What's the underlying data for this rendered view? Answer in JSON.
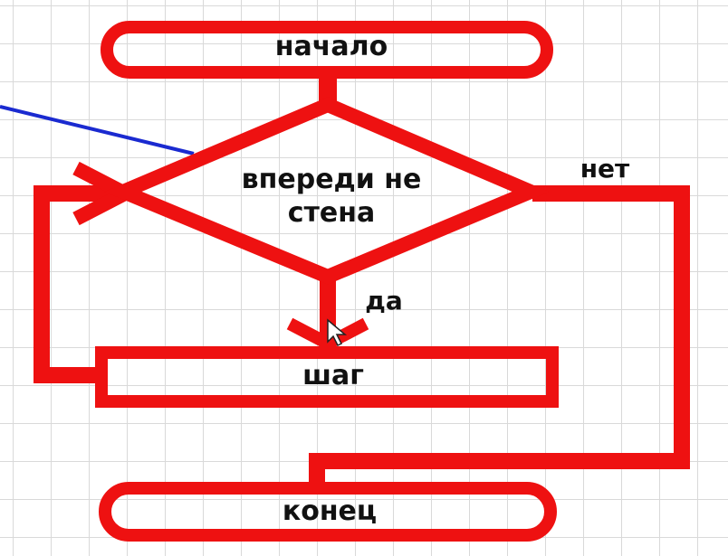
{
  "diagram": {
    "nodes": {
      "start": {
        "label": "начало"
      },
      "condition": {
        "line1": "впереди не",
        "line2": "стена"
      },
      "step": {
        "label": "шаг"
      },
      "end": {
        "label": "конец"
      }
    },
    "edges": {
      "yes_label": "да",
      "no_label": "нет"
    }
  },
  "colors": {
    "flow": "#ee1111",
    "pointer_line": "#1a2ad0",
    "text": "#111111",
    "grid": "#d9d9d9"
  }
}
